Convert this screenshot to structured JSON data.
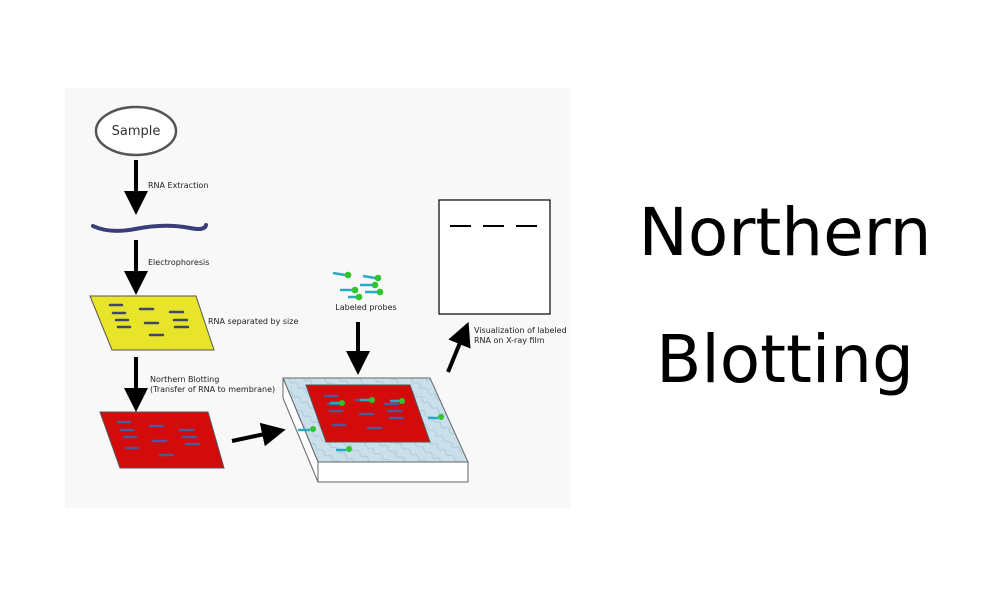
{
  "diagram": {
    "sample": "Sample",
    "step_rna_extraction": "RNA Extraction",
    "step_electrophoresis": "Electrophoresis",
    "step_separated": "RNA separated by size",
    "step_northern_line1": "Northern Blotting",
    "step_northern_line2": "(Transfer of RNA to membrane)",
    "probes_label": "Labeled probes",
    "visual_line1": "Visualization of labeled",
    "visual_line2": "RNA on X-ray film"
  },
  "title": {
    "line1": "Northern",
    "line2": "Blotting"
  },
  "colors": {
    "gel": "#e8e42a",
    "membrane": "#d40b0b",
    "band": "#404868",
    "band_on_red": "#4a5a9a",
    "probe_stem": "#29a9c4",
    "probe_head": "#2ec42e",
    "tray_top": "#c5dde8",
    "rna_strand": "#3a3d78"
  }
}
